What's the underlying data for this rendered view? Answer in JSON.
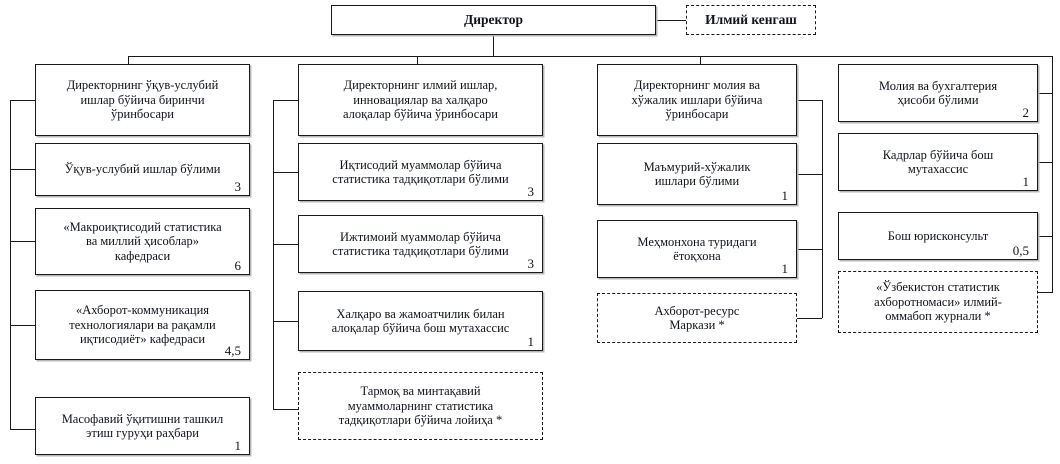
{
  "diagram": {
    "title": "Organizational structure chart",
    "footnote_marker": "*"
  },
  "root": {
    "label": "Директор"
  },
  "advisory": {
    "label": "Илмий  кенгаш",
    "style": "dashed"
  },
  "columns": [
    {
      "id": "column-1",
      "head": {
        "label": "Директорнинг ўқув-услубий\nишлар бўйича биринчи\nўринбосари",
        "count": "",
        "style": "solid"
      },
      "items": [
        {
          "label": "Ўқув-услубий ишлар бўлими",
          "count": "3",
          "style": "solid"
        },
        {
          "label": "«Макроиқтисодий статистика\nва миллий ҳисоблар»\nкафедраси",
          "count": "6",
          "style": "solid"
        },
        {
          "label": "«Ахборот-коммуникация\nтехнологиялари ва рақамли\nиқтисодиёт» кафедраси",
          "count": "4,5",
          "style": "solid"
        },
        {
          "label": "Масофавий ўқитишни ташкил\nэтиш гуруҳи раҳбари",
          "count": "1",
          "style": "solid"
        }
      ]
    },
    {
      "id": "column-2",
      "head": {
        "label": "Директорнинг илмий ишлар,\nинновациялар ва халқаро\nалоқалар бўйича ўринбосари",
        "count": "",
        "style": "solid"
      },
      "items": [
        {
          "label": "Иқтисодий муаммолар бўйича\nстатистика тадқиқотлари бўлими",
          "count": "3",
          "style": "solid"
        },
        {
          "label": "Ижтимоий муаммолар бўйича\nстатистика тадқиқотлари бўлими",
          "count": "3",
          "style": "solid"
        },
        {
          "label": "Халқаро ва жамоатчилик билан\nалоқалар бўйича бош мутахассис",
          "count": "1",
          "style": "solid"
        },
        {
          "label": "Тармоқ ва минтақавий\nмуаммоларнинг статистика\nтадқиқотлари бўйича лойиҳа *",
          "count": "",
          "style": "dashed"
        }
      ]
    },
    {
      "id": "column-3",
      "head": {
        "label": "Директорнинг молия ва\nхўжалик ишлари бўйича\nўринбосари",
        "count": "",
        "style": "solid"
      },
      "items": [
        {
          "label": "Маъмурий-хўжалик\nишлари бўлими",
          "count": "1",
          "style": "solid"
        },
        {
          "label": "Меҳмонхона туридаги\nётоқхона",
          "count": "1",
          "style": "solid"
        },
        {
          "label": "Ахборот-ресурс\nМаркази *",
          "count": "",
          "style": "dashed"
        }
      ]
    },
    {
      "id": "column-4",
      "head": {
        "label": "Молия ва бухгалтерия\nҳисоби бўлими",
        "count": "2",
        "style": "solid"
      },
      "items": [
        {
          "label": "Кадрлар бўйича бош\nмутахассис",
          "count": "1",
          "style": "solid"
        },
        {
          "label": "Бош юрисконсульт",
          "count": "0,5",
          "style": "solid"
        },
        {
          "label": "«Ўзбекистон статистик\nахборотномаси» илмий-\nоммабоп журнали *",
          "count": "",
          "style": "dashed"
        }
      ]
    }
  ]
}
